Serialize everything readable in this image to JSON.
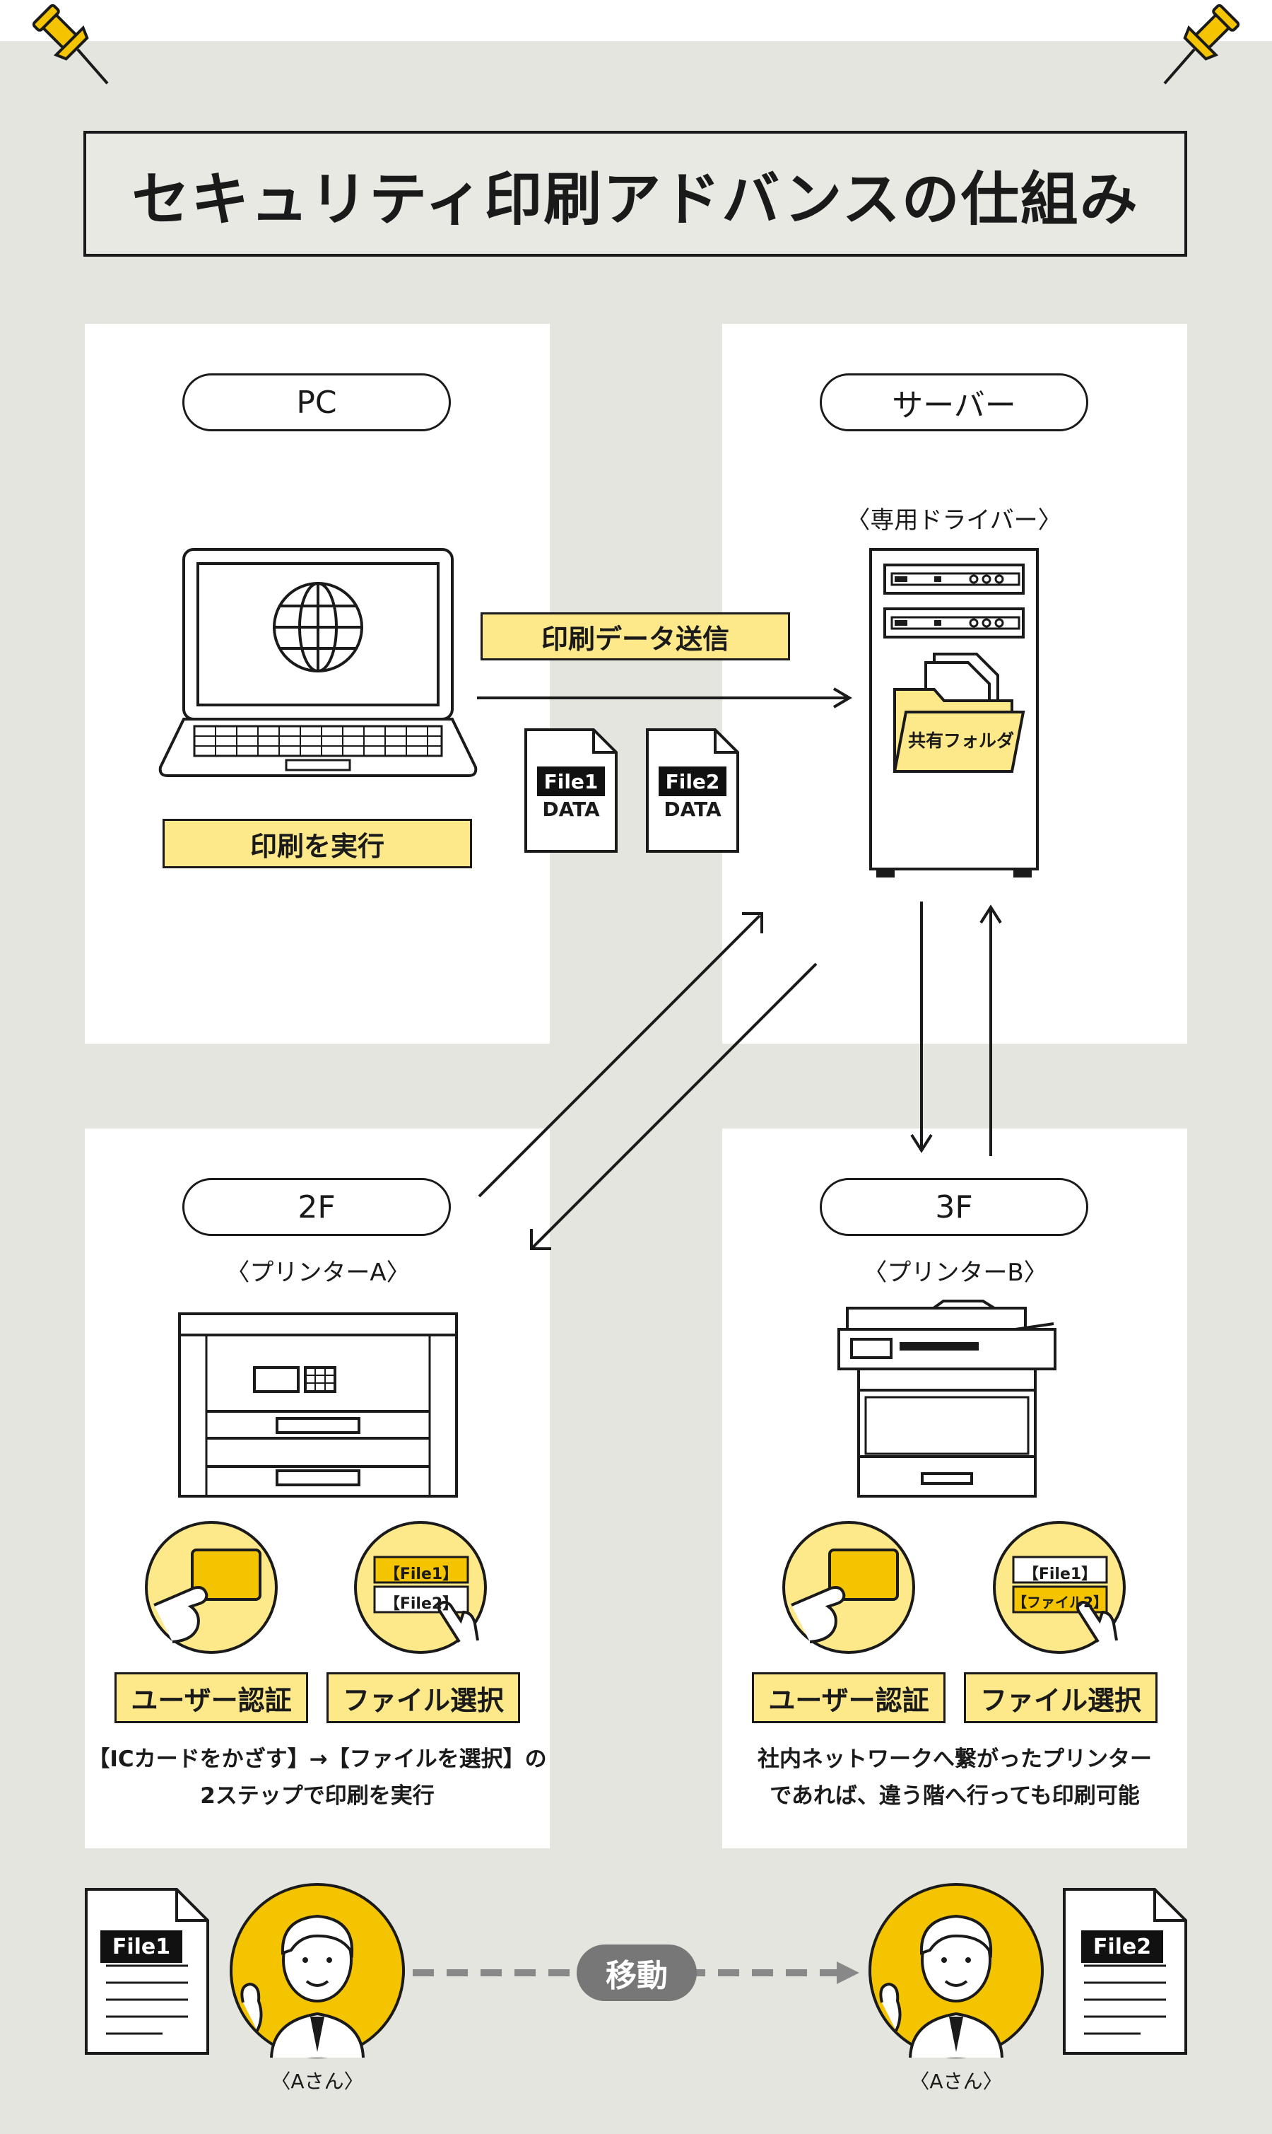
{
  "title": "セキュリティ印刷アドバンスの仕組み",
  "pc": {
    "label": "PC",
    "execute_label": "印刷を実行"
  },
  "server": {
    "label": "サーバー",
    "driver_label": "〈専用ドライバー〉",
    "folder_label": "共有フォルダ"
  },
  "send_label": "印刷データ送信",
  "files": [
    {
      "name": "File1",
      "data": "DATA"
    },
    {
      "name": "File2",
      "data": "DATA"
    }
  ],
  "floor2": {
    "label": "2F",
    "printer_label": "〈プリンターA〉",
    "card_lines": [
      "【File1】",
      "【File2】"
    ],
    "auth_label": "ユーザー認証",
    "select_label": "ファイル選択",
    "caption_lines": [
      "【ICカードをかざす】→【ファイルを選択】の",
      "2ステップで印刷を実行"
    ]
  },
  "floor3": {
    "label": "3F",
    "printer_label": "〈プリンターB〉",
    "card_lines": [
      "【File1】",
      "【ファイル2】"
    ],
    "auth_label": "ユーザー認証",
    "select_label": "ファイル選択",
    "caption_lines": [
      "社内ネットワークへ繋がったプリンター",
      "であれば、違う階へ行っても印刷可能"
    ]
  },
  "bottom": {
    "left_file": "File1",
    "right_file": "File2",
    "move_label": "移動",
    "person_left": "〈Aさん〉",
    "person_right": "〈Aさん〉"
  },
  "colors": {
    "background": "#e5e5e0",
    "accent_yellow": "#f5c400",
    "label_yellow": "#fde98a",
    "dark": "#1a1a1a"
  }
}
